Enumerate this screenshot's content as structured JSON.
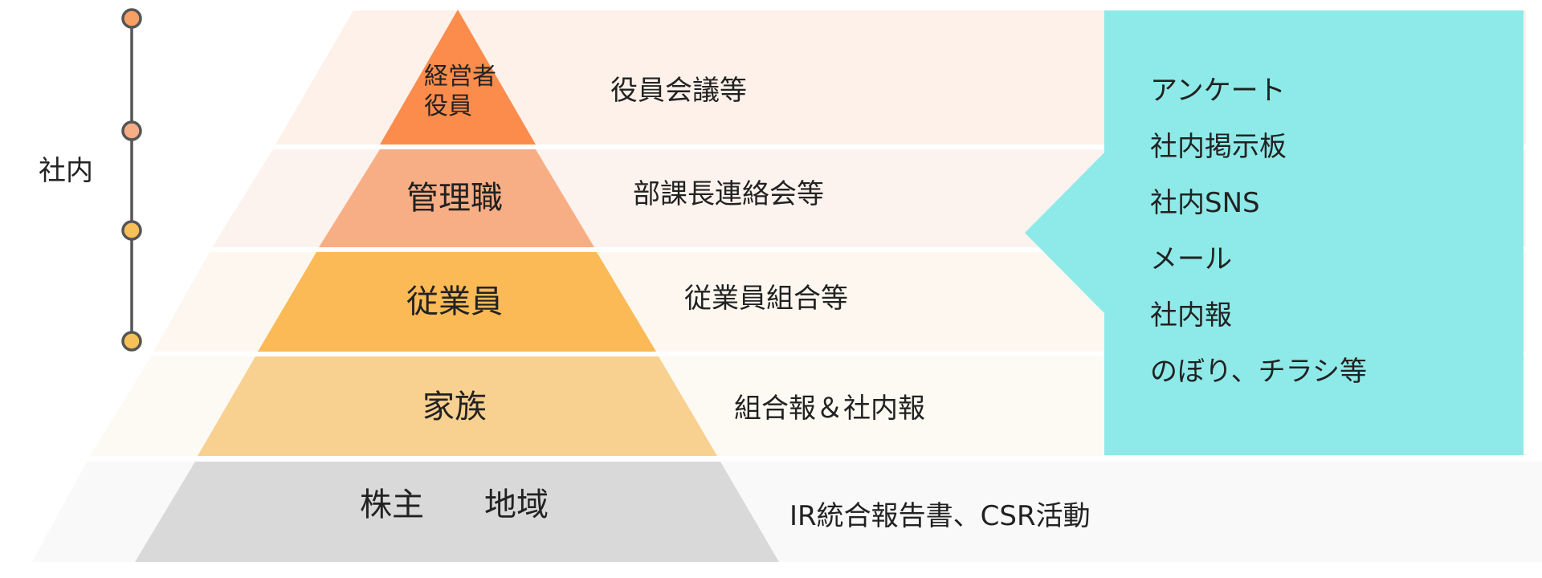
{
  "colors": {
    "band_top": "#fdf1ea",
    "band_mid": "#fdf3ee",
    "band_low": "#fdf7f0",
    "band_family": "#fdfaf4",
    "band_bottom": "#f9f9f9",
    "level_top": "#fb8c4c",
    "level_manager": "#f8ae84",
    "level_employee": "#fbba55",
    "level_family": "#f8d090",
    "level_shareholder": "#d9d9d9",
    "callout": "#8eeae8",
    "timeline": "#555555",
    "timeline_dot_1": "#f6a066",
    "timeline_dot_2": "#f6ae86",
    "timeline_dot_3": "#f8c058",
    "timeline_dot_4": "#f8c058"
  },
  "side_label": "社内",
  "pyramid": {
    "levels": [
      {
        "label_lines": [
          "経営者",
          "役員"
        ],
        "description": "役員会議等"
      },
      {
        "label": "管理職",
        "description": "部課長連絡会等"
      },
      {
        "label": "従業員",
        "description": "従業員組合等"
      },
      {
        "label": "家族",
        "description": "組合報＆社内報"
      },
      {
        "label_left": "株主",
        "label_right": "地域",
        "description": "IR統合報告書、CSR活動"
      }
    ]
  },
  "callout": {
    "items": [
      "アンケート",
      "社内掲示板",
      "社内SNS",
      "メール",
      "社内報",
      "のぼり、チラシ等"
    ]
  }
}
